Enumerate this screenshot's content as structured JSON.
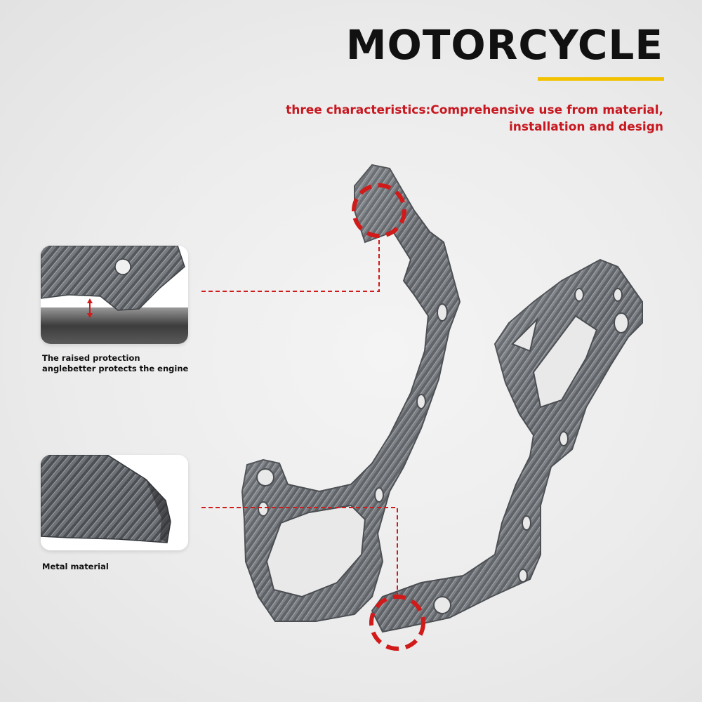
{
  "header": {
    "title": "MOTORCYCLE",
    "subtitle_line1": "three characteristics:Comprehensive use from material,",
    "subtitle_line2": "installation and design",
    "accent_bar_color": "#f2c200",
    "subtitle_color": "#c8171f"
  },
  "callouts": [
    {
      "caption_line1": "The raised protection",
      "caption_line2": "anglebetter protects the engine"
    },
    {
      "caption_line1": "Metal material"
    }
  ],
  "colors": {
    "leader_line": "#d11a1a",
    "carbon_fiber": "#6f7378"
  }
}
